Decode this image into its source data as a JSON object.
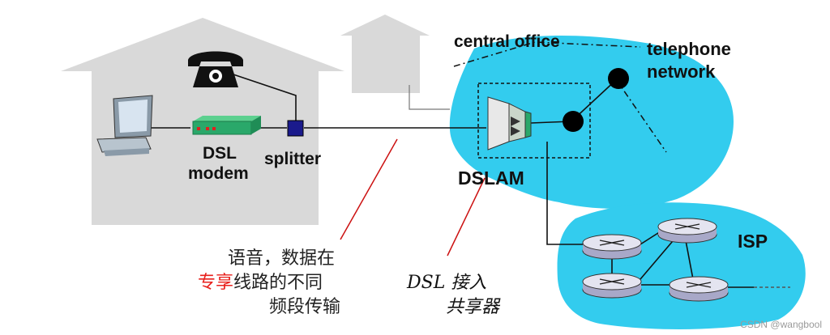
{
  "labels": {
    "central_office": "central office",
    "telephone_network_line1": "telephone",
    "telephone_network_line2": "network",
    "dsl_modem_line1": "DSL",
    "dsl_modem_line2": "modem",
    "splitter": "splitter",
    "dslam": "DSLAM",
    "isp": "ISP"
  },
  "annotations": {
    "voice_line1": "语音，数据在",
    "voice_line2_highlight": "专享",
    "voice_line2_rest": "线路的不同",
    "voice_line3": "频段传输",
    "dslam_note_line1": "DSL 接入",
    "dslam_note_line2": "共享器"
  },
  "watermark": "CSDN @wangbool",
  "colors": {
    "cloud": "#33ccee",
    "house": "#d9d9d9",
    "highlight_text": "#e8201c",
    "pointer_line": "#cc1111",
    "modem": "#2aa86a",
    "splitter": "#1a1a8c"
  },
  "icons": {
    "phone": "telephone-icon",
    "computer": "computer-icon",
    "router": "router-icon",
    "switch": "telephone-switch-icon"
  }
}
